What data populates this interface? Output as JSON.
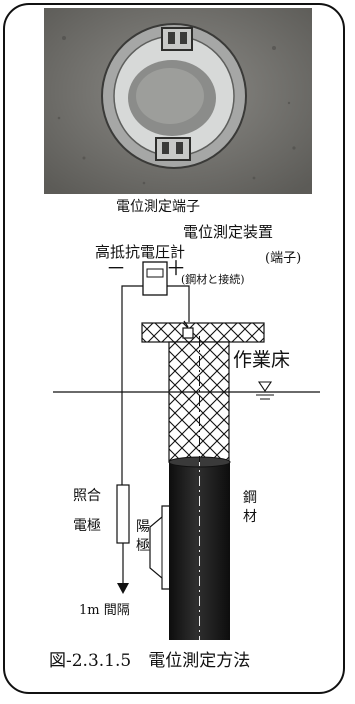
{
  "photo_caption": "電位測定端子",
  "meter_label": "高抵抗電圧計",
  "minus_sign": "－",
  "plus_sign": "＋",
  "device_label": "電位測定装置",
  "device_sub": "(端子)",
  "device_note": "(鋼材と接続)",
  "work_floor": "作業床",
  "ref_electrode_line1": "照合",
  "ref_electrode_line2": "電極",
  "anode_line1": "陽",
  "anode_line2": "極",
  "steel_line1": "鋼",
  "steel_line2": "材",
  "interval_label": "1m 間隔",
  "caption": "図-2.3.1.5　電位測定方法",
  "colors": {
    "pile_dark": "#1b1b1b",
    "hatch": "#111111",
    "photo_bg": "#6f6f6b",
    "line": "#111111"
  }
}
